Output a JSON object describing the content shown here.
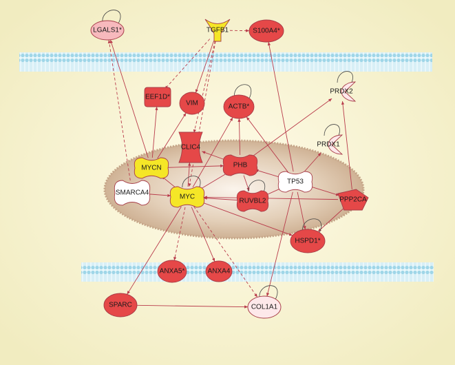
{
  "colors": {
    "background_center": "#fffbe6",
    "background_edge": "#f3efc0",
    "membrane": "#a6dcec",
    "membrane_dark": "#7cc4da",
    "nucleus": "#d8c2a8",
    "nucleus_edge": "#b39474",
    "edge": "#b83a4a",
    "red": "#e54848",
    "mid_red": "#f07a7a",
    "light_red": "#f7b9bd",
    "pale": "#fde8ea",
    "yellow": "#f5e627",
    "white": "#ffffff"
  },
  "nodes": [
    {
      "id": "LGALS1",
      "label": "LGALS1*",
      "color": "light_red",
      "shape": "ellipse",
      "self_loop": true
    },
    {
      "id": "TGFB1",
      "label": "TGFB1",
      "color": "yellow",
      "shape": "cytokine",
      "self_loop": false
    },
    {
      "id": "S100A4",
      "label": "S100A4*",
      "color": "red",
      "shape": "ellipse",
      "self_loop": false
    },
    {
      "id": "EEF1D",
      "label": "EEF1D*",
      "color": "red",
      "shape": "translation",
      "self_loop": false
    },
    {
      "id": "VIM",
      "label": "VIM",
      "color": "red",
      "shape": "ellipse",
      "self_loop": false
    },
    {
      "id": "ACTB",
      "label": "ACTB*",
      "color": "red",
      "shape": "ellipse",
      "self_loop": true
    },
    {
      "id": "PRDX2",
      "label": "PRDX2",
      "color": "pale",
      "shape": "enzyme",
      "self_loop": true
    },
    {
      "id": "PRDX1",
      "label": "PRDX1",
      "color": "pale",
      "shape": "enzyme",
      "self_loop": true
    },
    {
      "id": "CLIC4",
      "label": "CLIC4",
      "color": "red",
      "shape": "channel",
      "self_loop": false
    },
    {
      "id": "MYCN",
      "label": "MYCN",
      "color": "yellow",
      "shape": "tf",
      "self_loop": false
    },
    {
      "id": "PHB",
      "label": "PHB",
      "color": "red",
      "shape": "tf",
      "self_loop": false
    },
    {
      "id": "TP53",
      "label": "TP53",
      "color": "white",
      "shape": "tf",
      "self_loop": false
    },
    {
      "id": "SMARCA4",
      "label": "SMARCA4",
      "color": "white",
      "shape": "tf",
      "self_loop": false
    },
    {
      "id": "MYC",
      "label": "MYC",
      "color": "yellow",
      "shape": "tf",
      "self_loop": true
    },
    {
      "id": "RUVBL2",
      "label": "RUVBL2",
      "color": "red",
      "shape": "tf",
      "self_loop": true
    },
    {
      "id": "PPP2CA",
      "label": "PPP2CA",
      "color": "red",
      "shape": "phosphatase",
      "self_loop": false
    },
    {
      "id": "HSPD1",
      "label": "HSPD1*",
      "color": "red",
      "shape": "ellipse",
      "self_loop": true
    },
    {
      "id": "ANXA5",
      "label": "ANXA5*",
      "color": "red",
      "shape": "ellipse",
      "self_loop": false
    },
    {
      "id": "ANXA4",
      "label": "ANXA4",
      "color": "red",
      "shape": "ellipse",
      "self_loop": false
    },
    {
      "id": "SPARC",
      "label": "SPARC",
      "color": "red",
      "shape": "ellipse",
      "self_loop": false
    },
    {
      "id": "COL1A1",
      "label": "COL1A1",
      "color": "pale",
      "shape": "ellipse",
      "self_loop": true
    }
  ],
  "edges": [
    {
      "from": "TGFB1",
      "to": "S100A4",
      "style": "dashed"
    },
    {
      "from": "TGFB1",
      "to": "EEF1D",
      "style": "dashed"
    },
    {
      "from": "TGFB1",
      "to": "VIM",
      "style": "solid"
    },
    {
      "from": "TGFB1",
      "to": "CLIC4",
      "style": "dashed"
    },
    {
      "from": "TGFB1",
      "to": "MYC",
      "style": "dashed"
    },
    {
      "from": "MYCN",
      "to": "LGALS1",
      "style": "solid"
    },
    {
      "from": "SMARCA4",
      "to": "LGALS1",
      "style": "dashed"
    },
    {
      "from": "MYCN",
      "to": "EEF1D",
      "style": "solid"
    },
    {
      "from": "MYCN",
      "to": "VIM",
      "style": "solid"
    },
    {
      "from": "MYCN",
      "to": "PHB",
      "style": "solid"
    },
    {
      "from": "MYC",
      "to": "CLIC4",
      "style": "solid"
    },
    {
      "from": "MYC",
      "to": "ACTB",
      "style": "solid"
    },
    {
      "from": "MYC",
      "to": "PHB",
      "style": "solid"
    },
    {
      "from": "MYC",
      "to": "MYCN",
      "style": "solid"
    },
    {
      "from": "SMARCA4",
      "to": "MYC",
      "style": "solid"
    },
    {
      "from": "PHB",
      "to": "ACTB",
      "style": "solid"
    },
    {
      "from": "PHB",
      "to": "PRDX2",
      "style": "solid"
    },
    {
      "from": "PHB",
      "to": "RUVBL2",
      "style": "solid"
    },
    {
      "from": "PHB",
      "to": "CLIC4",
      "style": "solid"
    },
    {
      "from": "TP53",
      "to": "ACTB",
      "style": "solid"
    },
    {
      "from": "TP53",
      "to": "S100A4",
      "style": "solid"
    },
    {
      "from": "TP53",
      "to": "PRDX1",
      "style": "solid"
    },
    {
      "from": "TP53",
      "to": "PHB",
      "style": "solid"
    },
    {
      "from": "TP53",
      "to": "PPP2CA",
      "style": "solid"
    },
    {
      "from": "TP53",
      "to": "COL1A1",
      "style": "solid"
    },
    {
      "from": "TP53",
      "to": "HSPD1",
      "style": "solid"
    },
    {
      "from": "PPP2CA",
      "to": "PRDX2",
      "style": "solid"
    },
    {
      "from": "PPP2CA",
      "to": "MYC",
      "style": "solid"
    },
    {
      "from": "PPP2CA",
      "to": "HSPD1",
      "style": "solid"
    },
    {
      "from": "RUVBL2",
      "to": "MYC",
      "style": "solid"
    },
    {
      "from": "RUVBL2",
      "to": "TP53",
      "style": "solid"
    },
    {
      "from": "MYC",
      "to": "HSPD1",
      "style": "solid"
    },
    {
      "from": "MYC",
      "to": "ANXA5",
      "style": "dashed"
    },
    {
      "from": "MYC",
      "to": "ANXA4",
      "style": "solid"
    },
    {
      "from": "MYC",
      "to": "SPARC",
      "style": "solid"
    },
    {
      "from": "MYC",
      "to": "COL1A1",
      "style": "dashed"
    },
    {
      "from": "SPARC",
      "to": "COL1A1",
      "style": "solid"
    }
  ]
}
